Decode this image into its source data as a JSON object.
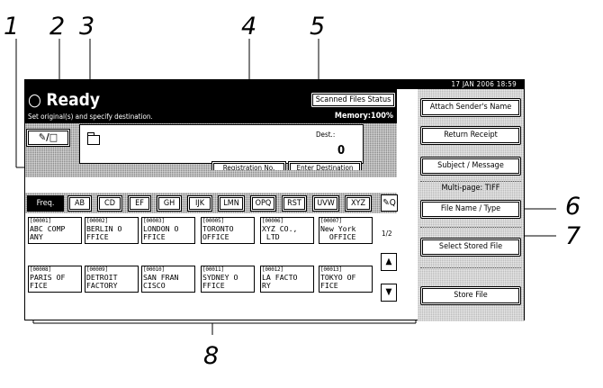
{
  "callouts": [
    "1",
    "2",
    "3",
    "4",
    "5",
    "6",
    "7",
    "8"
  ],
  "datetime": "17  JAN   2006 18:59",
  "status": {
    "title": "Ready",
    "message": "Set original(s) and specify destination.",
    "memory": "Memory:100%",
    "scanned_files_button": "Scanned Files Status"
  },
  "sender_icon_label": "✎/□",
  "destination": {
    "label": "Dest.:",
    "count": "0"
  },
  "registration_button": "Registration No.",
  "enter_destination_button": "Enter Destination",
  "tabs": [
    "Freq.",
    "AB",
    "CD",
    "EF",
    "GH",
    "IJK",
    "LMN",
    "OPQ",
    "RST",
    "UVW",
    "XYZ"
  ],
  "search_icon_label": "✎Q",
  "destinations": [
    {
      "reg": "[00001]",
      "line1": "ABC COMP",
      "line2": "ANY"
    },
    {
      "reg": "[00002]",
      "line1": "BERLIN O",
      "line2": "FFICE"
    },
    {
      "reg": "[00003]",
      "line1": "LONDON O",
      "line2": "FFICE"
    },
    {
      "reg": "[00005]",
      "line1": "TORONTO",
      "line2": "OFFICE"
    },
    {
      "reg": "[00006]",
      "line1": "XYZ CO.,",
      "line2": " LTD"
    },
    {
      "reg": "[00007]",
      "line1": "New York",
      "line2": "  OFFICE"
    },
    {
      "reg": "[00008]",
      "line1": "PARIS OF",
      "line2": "FICE"
    },
    {
      "reg": "[00009]",
      "line1": "DETROIT",
      "line2": "FACTORY"
    },
    {
      "reg": "[00010]",
      "line1": "SAN FRAN",
      "line2": "CISCO"
    },
    {
      "reg": "[00011]",
      "line1": "SYDNEY O",
      "line2": "FFICE"
    },
    {
      "reg": "[00012]",
      "line1": "LA FACTO",
      "line2": "RY"
    },
    {
      "reg": "[00013]",
      "line1": "TOKYO OF",
      "line2": "FICE"
    }
  ],
  "page_indicator": "1/2",
  "nav": {
    "up": "▲",
    "down": "▼"
  },
  "right_panel": {
    "attach_sender_name": "Attach Sender's Name",
    "return_receipt": "Return Receipt",
    "subject_message": "Subject / Message",
    "multi_page": "Multi-page: TIFF",
    "file_name_type": "File Name / Type",
    "select_stored_file": "Select Stored File",
    "store_file": "Store File"
  }
}
